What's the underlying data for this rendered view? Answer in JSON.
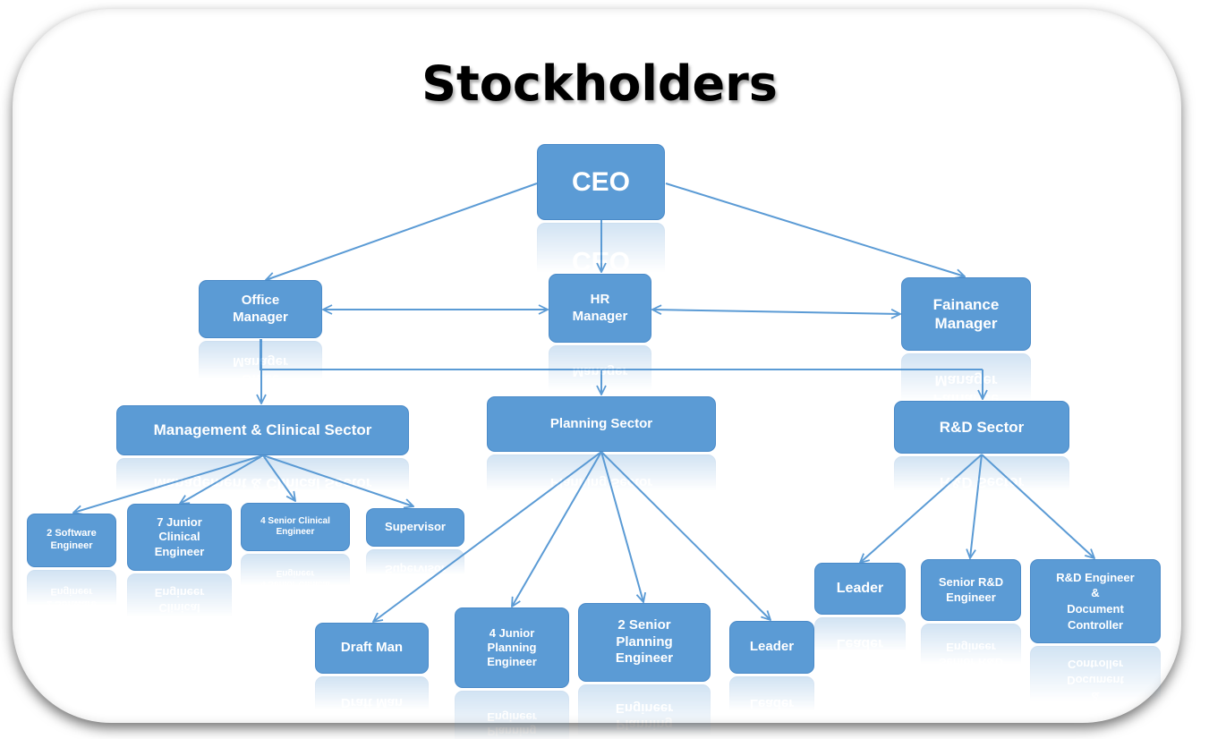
{
  "title": "Stockholders",
  "colors": {
    "box_fill": "#5b9bd5",
    "box_text": "#ffffff",
    "connector": "#5b9bd5"
  },
  "nodes": {
    "ceo": "CEO",
    "office_manager": "Office\nManager",
    "hr_manager": "HR\nManager",
    "finance_manager": "Fainance\nManager",
    "management_clinical_sector": "Management & Clinical Sector",
    "planning_sector": "Planning Sector",
    "rd_sector": "R&D Sector",
    "software_engineer": "2 Software\nEngineer",
    "junior_clinical_engineer": "7 Junior\nClinical\nEngineer",
    "senior_clinical_engineer": "4 Senior Clinical\nEngineer",
    "supervisor": "Supervisor",
    "draft_man": "Draft Man",
    "junior_planning_engineer": "4 Junior\nPlanning\nEngineer",
    "senior_planning_engineer": "2 Senior\nPlanning\nEngineer",
    "planning_leader": "Leader",
    "rd_leader": "Leader",
    "senior_rd_engineer": "Senior R&D\nEngineer",
    "rd_engineer_doc_controller": "R&D Engineer\n&\nDocument\nController"
  }
}
